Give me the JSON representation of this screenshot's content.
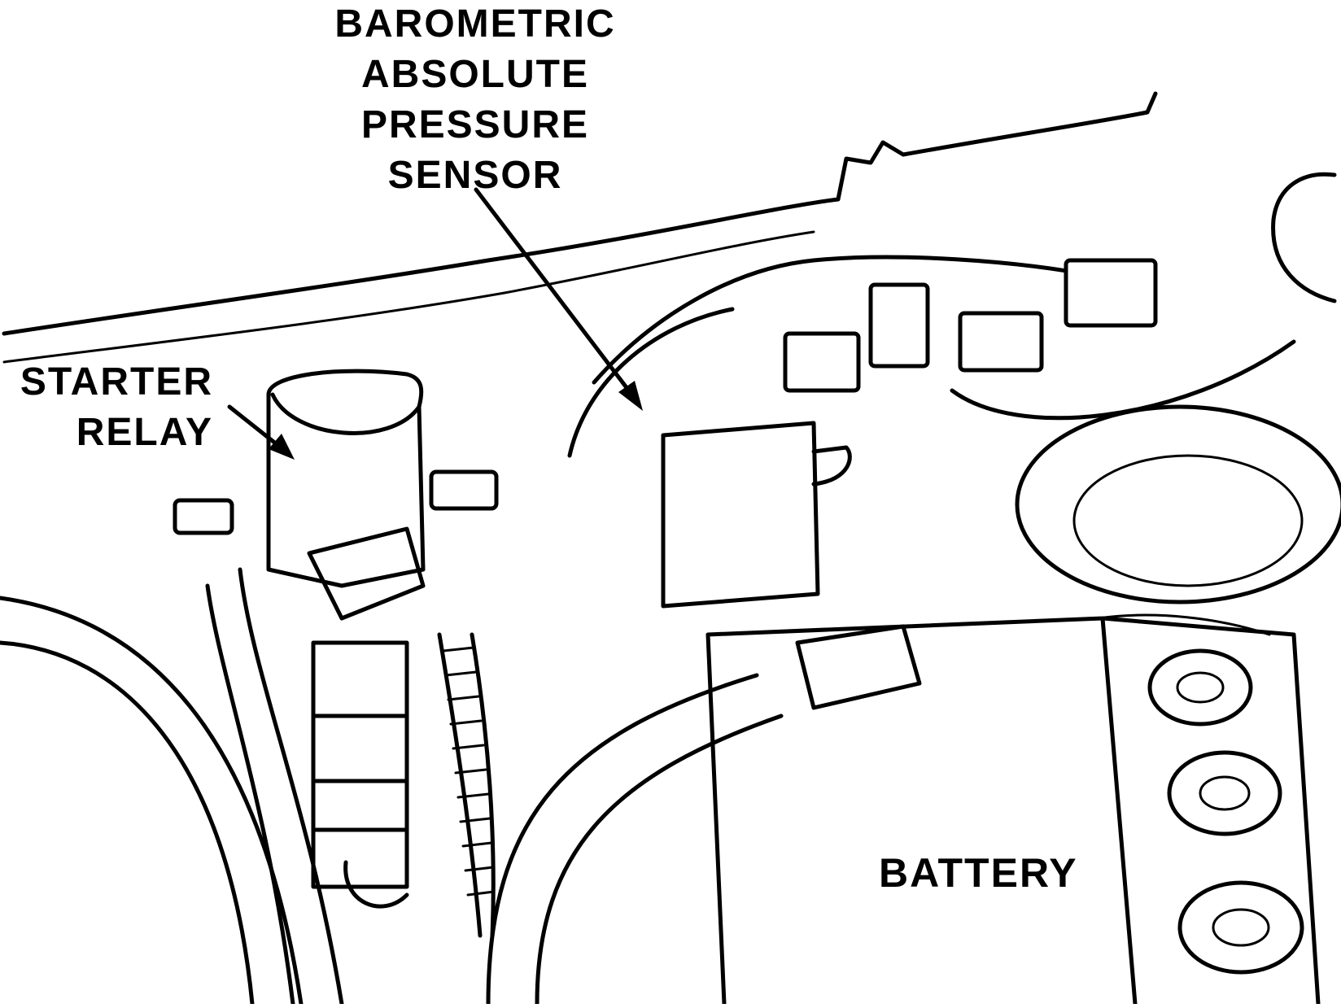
{
  "labels": {
    "baro_line1": "BAROMETRIC",
    "baro_line2": "ABSOLUTE",
    "baro_line3": "PRESSURE",
    "baro_line4": "SENSOR",
    "starter_line1": "STARTER",
    "starter_line2": "RELAY",
    "battery": "BATTERY"
  },
  "colors": {
    "ink": "#000000",
    "paper": "#ffffff"
  }
}
